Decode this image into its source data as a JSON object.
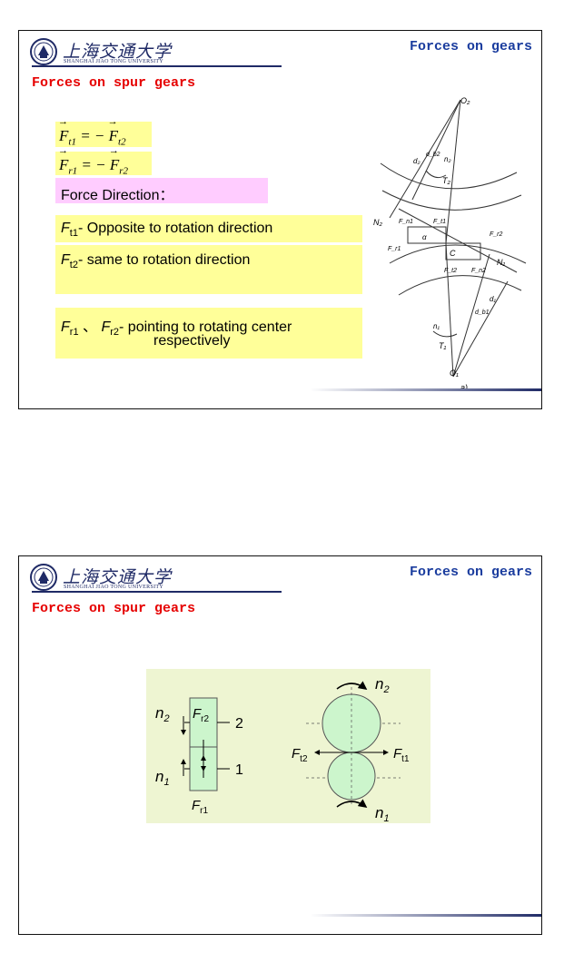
{
  "header": {
    "university_cn": "上海交通大学",
    "university_en": "SHANGHAI JIAO TONG UNIVERSITY",
    "title": "Forces on gears"
  },
  "slide1": {
    "section_title": "Forces on spur gears",
    "eq1": {
      "lhs_main": "F",
      "lhs_sub": "t1",
      "rel": " = − ",
      "rhs_main": "F",
      "rhs_sub": "t2"
    },
    "eq2": {
      "lhs_main": "F",
      "lhs_sub": "r1",
      "rel": " = − ",
      "rhs_main": "F",
      "rhs_sub": "r2"
    },
    "force_direction_label": "Force Direction：",
    "ft1": {
      "main": "F",
      "sub": "t1",
      "text": "- Opposite to rotation direction"
    },
    "ft2": {
      "main": "F",
      "sub": "t2",
      "text": "- same to rotation direction"
    },
    "fr": {
      "main1": "F",
      "sub1": "r1",
      "sep": " 、",
      "main2": "F",
      "sub2": "r2",
      "text": "- pointing to rotating center",
      "text2": "respectively"
    },
    "figure_labels": {
      "o2": "O₂",
      "o1": "O₁",
      "d2": "d₂",
      "db2": "d_b2",
      "n2": "n₂",
      "t2": "T₂",
      "n2_line": "N₂",
      "fn1": "F_n1",
      "ft1": "F_t1",
      "fr1": "F_r1",
      "alpha": "α",
      "c": "C",
      "fr2": "F_r2",
      "ft2": "F_t2",
      "fn2": "F_n2",
      "n1_line": "N₁",
      "n1": "n₁",
      "t1": "T₁",
      "db1": "d_b1",
      "d1": "d₁",
      "caption": "a)"
    }
  },
  "slide2": {
    "section_title": "Forces on spur gears",
    "diagram": {
      "side": {
        "n2": "n",
        "n2_sub": "2",
        "n1": "n",
        "n1_sub": "1",
        "fr2": "F",
        "fr2_sub": "r2",
        "fr1": "F",
        "fr1_sub": "r1",
        "gear2": "2",
        "gear1": "1"
      },
      "front": {
        "n2": "n",
        "n2_sub": "2",
        "n1": "n",
        "n1_sub": "1",
        "ft2": "F",
        "ft2_sub": "t2",
        "ft1": "F",
        "ft1_sub": "t1"
      }
    }
  },
  "colors": {
    "title_blue": "#1a3c9e",
    "section_red": "#e60000",
    "highlight_yellow": "#ffff99",
    "highlight_pink": "#ffccff",
    "diagram_bg": "#eef5d2",
    "gear_green": "#ccf5cc",
    "logo_navy": "#1f2a66"
  }
}
